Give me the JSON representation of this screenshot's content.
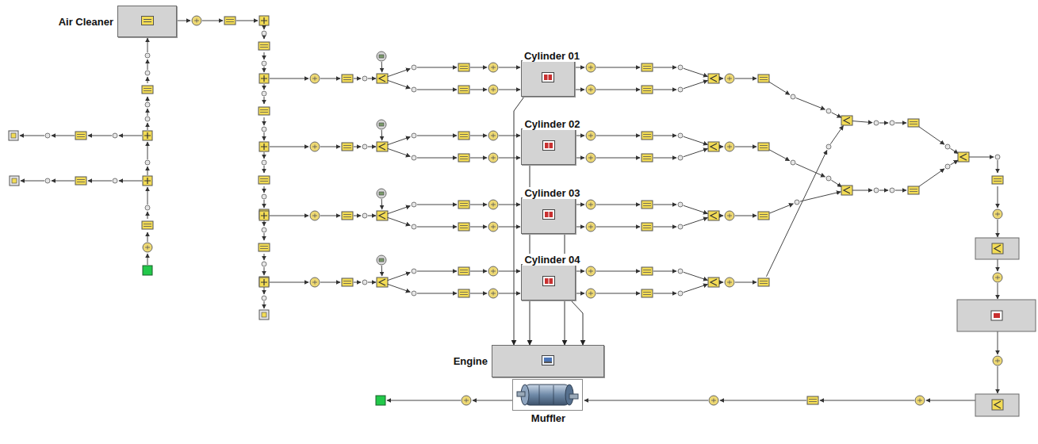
{
  "diagram": {
    "nodes": [
      {
        "text": [
          "Air Cleaner"
        ]
      },
      {
        "text": [
          "Cylinder 01"
        ]
      },
      {
        "text": [
          "Cylinder 02"
        ]
      },
      {
        "text": [
          "Cylinder 03"
        ]
      },
      {
        "text": [
          "Cylinder 04"
        ]
      },
      {
        "text": [
          "Engine"
        ]
      },
      {
        "text": [
          "Muffler"
        ]
      }
    ],
    "edges": [
      {
        "from": 1,
        "to": 5,
        "arrow": "to"
      },
      {
        "from": 2,
        "to": 5,
        "arrow": "to"
      },
      {
        "from": 3,
        "to": 5,
        "arrow": "to"
      },
      {
        "from": 4,
        "to": 5,
        "arrow": "to"
      }
    ]
  }
}
